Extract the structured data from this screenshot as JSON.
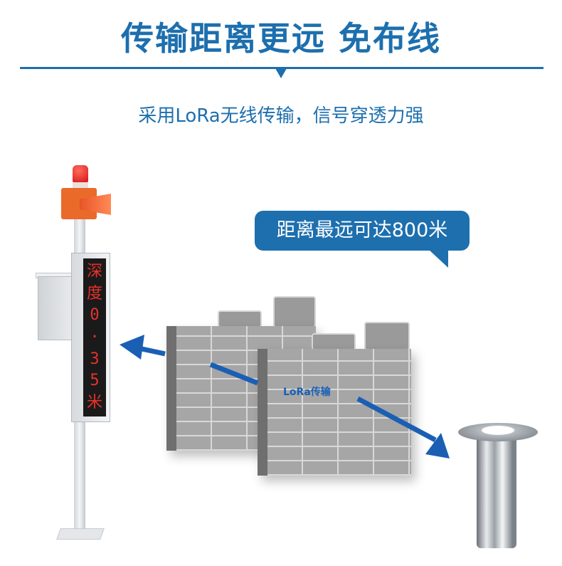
{
  "header": {
    "title": "传输距离更远 免布线",
    "subtitle": "采用LoRa无线传输，信号穿透力强",
    "accent_color": "#1d6fae"
  },
  "callout": {
    "text": "距离最远可达800米"
  },
  "diagram": {
    "transmission_label": "LoRa传输",
    "arrow_color": "#1a5fb4",
    "led_display": {
      "characters": [
        "深",
        "度",
        "0",
        "·",
        "3",
        "5",
        "米"
      ],
      "text_color": "#e8312c"
    },
    "devices": {
      "left": "sound-light-alarm-pole-with-led-display",
      "right": "stainless-steel-level-sensor"
    },
    "obstacles": "brick-walls"
  }
}
